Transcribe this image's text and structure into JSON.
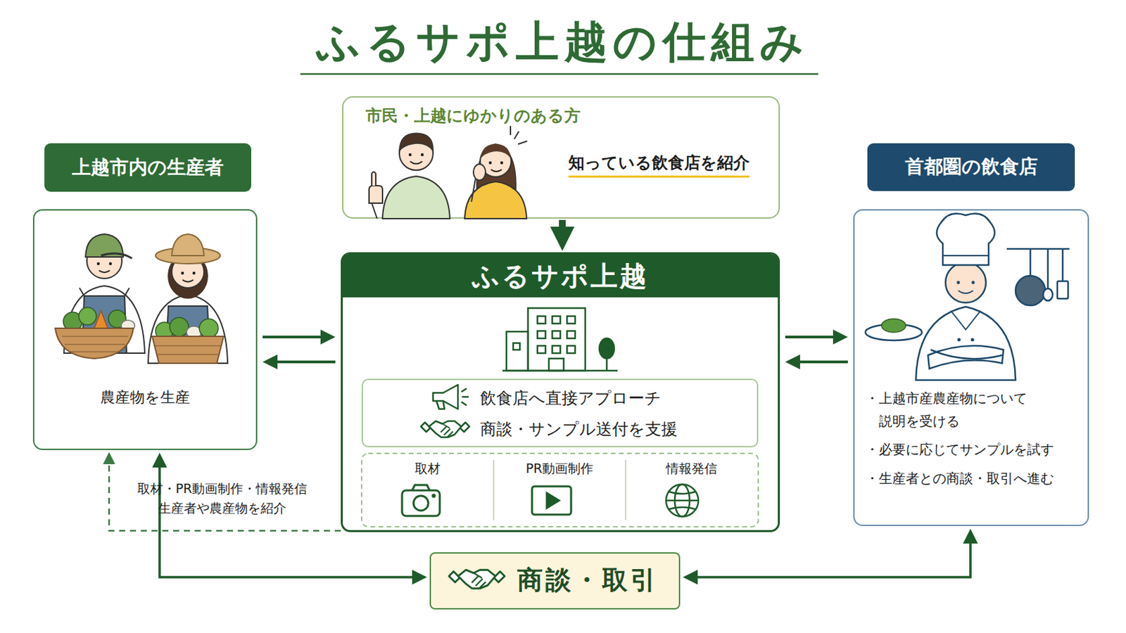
{
  "diagram": {
    "title": "ふるサポ上越の仕組み",
    "nodes": [
      {
        "text": [
          "市民・上越にゆかりのある方",
          "知っている飲食店を紹介"
        ]
      },
      {
        "text": [
          "上越市内の生産者",
          "農産物を生産"
        ]
      },
      {
        "text": [
          "ふるサポ上越"
        ]
      },
      {
        "text": [
          "飲食店へ直接アプローチ",
          "商談・サンプル送付を支援"
        ],
        "in": 2
      },
      {
        "text": [
          "取材"
        ],
        "in": 2
      },
      {
        "text": [
          "PR動画制作"
        ],
        "in": 2
      },
      {
        "text": [
          "情報発信"
        ],
        "in": 2
      },
      {
        "text": [
          "首都圏の飲食店",
          "・上越市産農産物について 説明を受ける",
          "・必要に応じてサンプルを試す",
          "・生産者との商談・取引へ進む"
        ]
      },
      {
        "text": [
          "商談・取引"
        ]
      }
    ],
    "edges": [
      {
        "from": 0,
        "to": 2,
        "arrow": "to"
      },
      {
        "from": 1,
        "to": 2,
        "arrow": "to"
      },
      {
        "from": 2,
        "to": 1,
        "arrow": "to"
      },
      {
        "from": 2,
        "to": 7,
        "arrow": "to"
      },
      {
        "from": 7,
        "to": 2,
        "arrow": "to"
      },
      {
        "from": 2,
        "to": 1,
        "label": "取材・PR動画制作・情報発信 生産者や農産物を紹介",
        "arrow": "to"
      },
      {
        "from": 8,
        "to": 1,
        "arrow": "both"
      },
      {
        "from": 8,
        "to": 7,
        "arrow": "both"
      }
    ]
  }
}
